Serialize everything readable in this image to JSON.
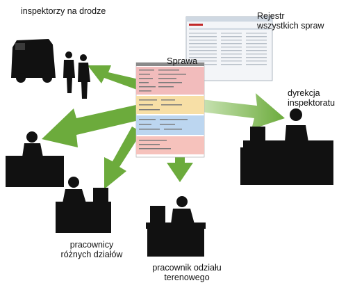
{
  "labels": {
    "field_inspectors": "inspektorzy na drodze",
    "case": "Sprawa",
    "registry_line1": "Rejestr",
    "registry_line2": "wszystkich spraw",
    "management_line1": "dyrekcja",
    "management_line2": "inspektoratu",
    "departments_line1": "pracownicy",
    "departments_line2": "różnych działów",
    "field_worker_line1": "pracownik odziału",
    "field_worker_line2": "terenowego"
  },
  "colors": {
    "arrow": "#6cab3c",
    "silhouette": "#111111",
    "form_red": "#f2bcbc",
    "form_yellow": "#f7dfa6",
    "form_blue": "#bcd6f0",
    "form_pink": "#f6c2bc",
    "registry_accent": "#c22a2a"
  },
  "icons": [
    "van-icon",
    "inspector-figures-icon",
    "worker-at-desk-icon",
    "case-form-document",
    "registry-window-screenshot"
  ]
}
